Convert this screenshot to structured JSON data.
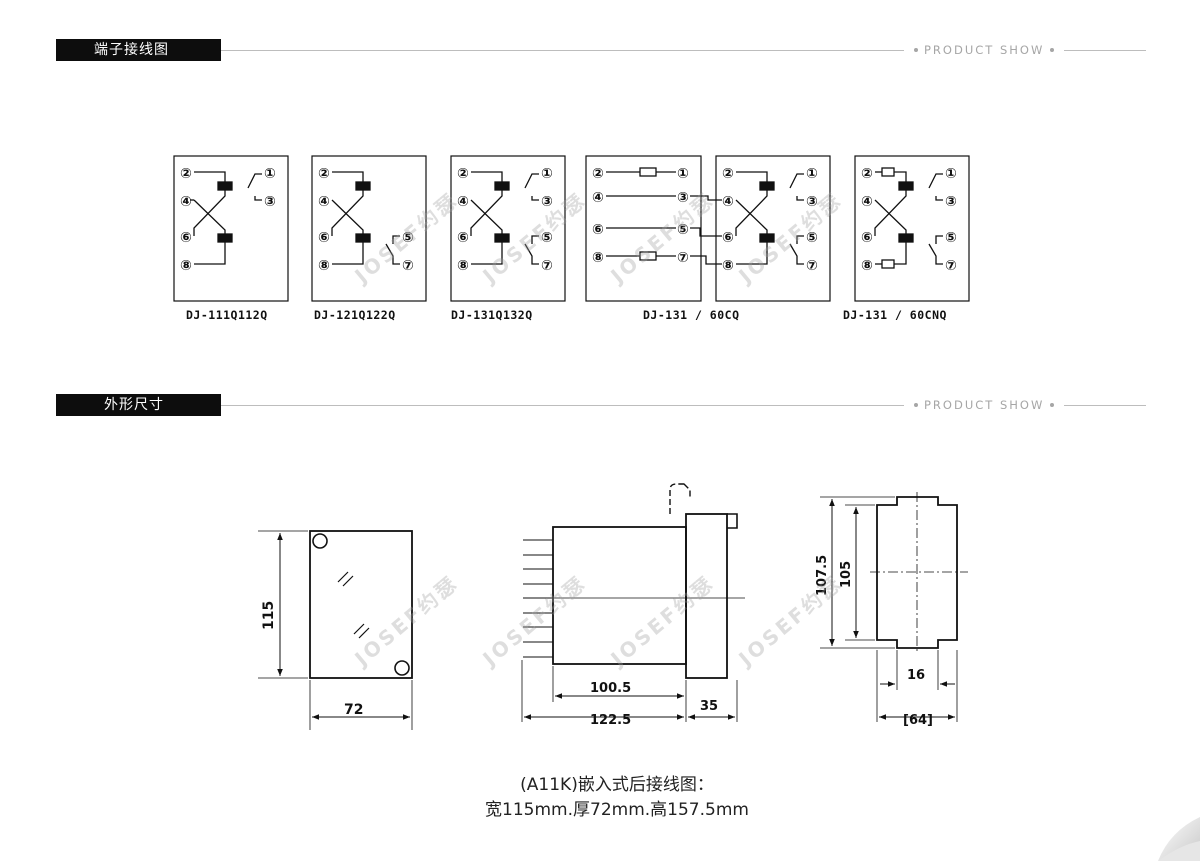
{
  "sections": [
    {
      "title": "端子接线图",
      "tag": "PRODUCT SHOW"
    },
    {
      "title": "外形尺寸",
      "tag": "PRODUCT SHOW"
    }
  ],
  "wiring_diagrams": [
    {
      "label": "DJ-111Q112Q"
    },
    {
      "label": "DJ-121Q122Q"
    },
    {
      "label": "DJ-131Q132Q"
    },
    {
      "label": "DJ-131 / 60CQ"
    },
    {
      "label": "DJ-131 / 60CNQ"
    }
  ],
  "terminals": [
    "①",
    "②",
    "③",
    "④",
    "⑤",
    "⑥",
    "⑦",
    "⑧"
  ],
  "dimensions": {
    "height": "115",
    "width": "72",
    "depth_body": "100.5",
    "depth_total": "122.5",
    "front_depth": "35",
    "cutout_outer": "107.5",
    "cutout_inner": "105",
    "slot": "16",
    "panel": "[64]"
  },
  "watermark": "JOSEF约瑟",
  "caption": {
    "line1": "(A11K)嵌入式后接线图：",
    "line2": "宽115mm.厚72mm.高157.5mm"
  }
}
